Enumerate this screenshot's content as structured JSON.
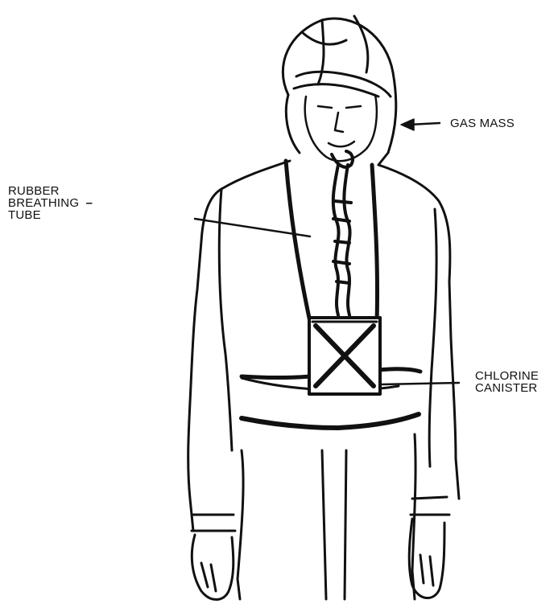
{
  "labels": {
    "rubber_line1": "RUBBER",
    "rubber_line2": "BREATHING",
    "rubber_dash": "–",
    "rubber_line3": "TUBE",
    "gas_mass": "GAS MASS",
    "chlorine_line1": "CHLORINE",
    "chlorine_line2": "CANISTER"
  },
  "colors": {
    "ink": "#111111",
    "background": "#ffffff"
  }
}
